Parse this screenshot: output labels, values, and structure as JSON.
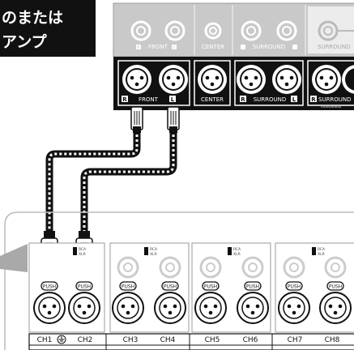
{
  "caption": {
    "line1": "のまたは",
    "line2": "アンプ"
  },
  "amp_panel": {
    "top_labels": {
      "front": "FRONT",
      "center": "CENTER",
      "surround": "SURROUND",
      "surround_back": "SURROUND"
    },
    "bottom_labels": {
      "front": "FRONT",
      "center": "CENTER",
      "surround": "SURROUND",
      "surround_back": "SURROUND",
      "surround_back_sub": "ASSIGNABLE"
    },
    "badges": {
      "r": "R",
      "l": "L"
    }
  },
  "mixer": {
    "channels": [
      "CH1",
      "CH2",
      "CH3",
      "CH4",
      "CH5",
      "CH6",
      "CH7",
      "CH8"
    ],
    "push_label": "PUSH",
    "switch_labels": {
      "rca": "RCA",
      "xlr": "XLR"
    }
  }
}
